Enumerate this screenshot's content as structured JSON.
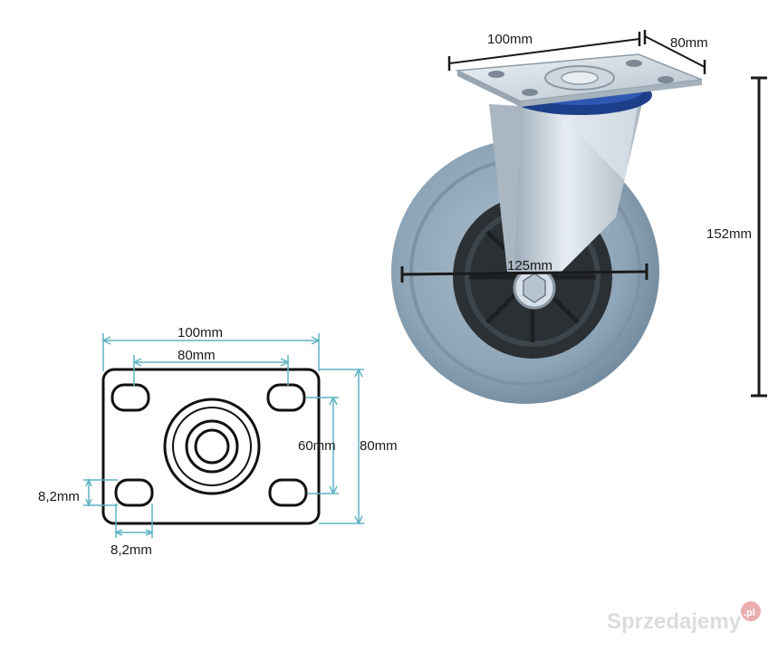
{
  "product_view": {
    "top_plate_width_label": "100mm",
    "top_plate_depth_label": "80mm",
    "height_label": "152mm",
    "wheel_diameter_label": "125mm"
  },
  "plate_view": {
    "outer_width_label": "100mm",
    "hole_spacing_x_label": "80mm",
    "hole_spacing_y_label": "60mm",
    "outer_height_label": "80mm",
    "slot_height_label": "8,2mm",
    "slot_width_label": "8,2mm"
  },
  "colors": {
    "dimension_line": "#1a1a1a",
    "teal_dimension": "#5fb3c4",
    "plate_outline": "#111111",
    "wheel_grey": "#8fa6b8",
    "hub_dark": "#2a2f33",
    "steel": "#c9d3dc",
    "bearing_blue": "#1d3f8a"
  },
  "watermark": {
    "text": "Sprzedajemy",
    "suffix": ".pl"
  }
}
